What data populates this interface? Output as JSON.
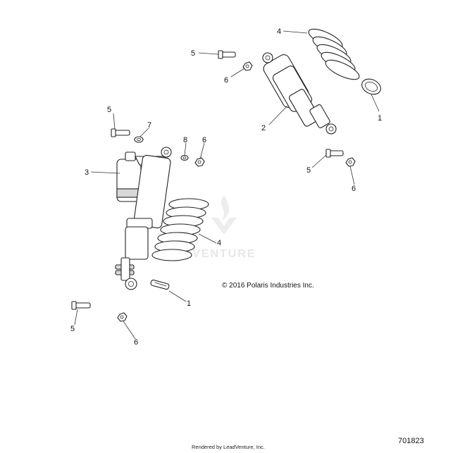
{
  "callouts": {
    "c1_top": "1",
    "c2": "2",
    "c4_top": "4",
    "c5_top": "5",
    "c6_top": "6",
    "c5_top_right": "5",
    "c6_top_right": "6",
    "c5_left": "5",
    "c7": "7",
    "c8": "8",
    "c6_left": "6",
    "c3": "3",
    "c4_mid": "4",
    "c1_mid": "1",
    "c5_bottom": "5",
    "c6_bottom": "6"
  },
  "copyright": "© 2016 Polaris Industries Inc.",
  "figure_id": "701823",
  "rendered_by": "Rendered by LeadVenture, Inc.",
  "watermark": "ADVENTURE"
}
